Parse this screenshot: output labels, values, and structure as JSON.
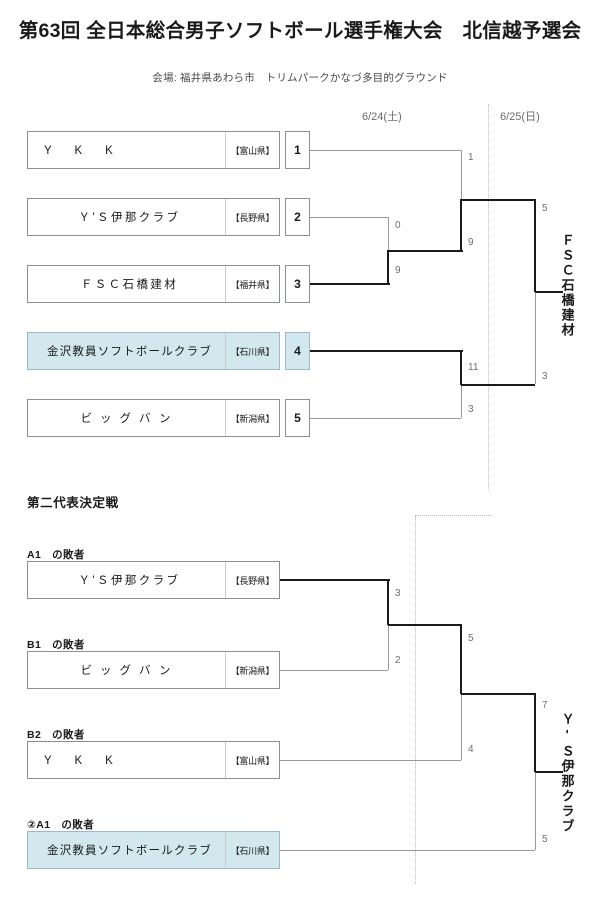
{
  "header": {
    "title": "第63回 全日本総合男子ソフトボール選手権大会　北信越予選会",
    "venue": "会場: 福井県あわら市　トリムパークかなづ多目的グラウンド",
    "day1": "6/24(土)",
    "day2": "6/25(日)"
  },
  "colors": {
    "highlight": "#d3e7ee",
    "winner_line": "#1a1a1a",
    "loser_line": "#9b9b9b"
  },
  "bracket_main": {
    "teams": [
      {
        "name": "Y　　K　　K",
        "prefecture": "【富山県】",
        "seed": "1",
        "highlight": false
      },
      {
        "name": "Ｙ'Ｓ伊那クラブ",
        "prefecture": "【長野県】",
        "seed": "2",
        "highlight": false
      },
      {
        "name": "ＦＳＣ石橋建材",
        "prefecture": "【福井県】",
        "seed": "3",
        "highlight": false
      },
      {
        "name": "金沢教員ソフトボールクラブ",
        "prefecture": "【石川県】",
        "seed": "4",
        "highlight": true
      },
      {
        "name": "ビッグバン",
        "prefecture": "【新潟県】",
        "seed": "5",
        "highlight": false
      }
    ],
    "scores": {
      "r1_top": "1",
      "r1_mid_upper": "0",
      "r1_mid_lower": "9",
      "r2_upper": "9",
      "r2_lower_top": "11",
      "r2_lower_bot": "3",
      "final_upper": "5",
      "final_lower": "3"
    },
    "winner": "ＦＳＣ石橋建材"
  },
  "bracket_second": {
    "section_title": "第二代表決定戦",
    "teams": [
      {
        "label": "A1　の敗者",
        "name": "Ｙ'Ｓ伊那クラブ",
        "prefecture": "【長野県】",
        "highlight": false
      },
      {
        "label": "B1　の敗者",
        "name": "ビッグバン",
        "prefecture": "【新潟県】",
        "highlight": false
      },
      {
        "label": "B2　の敗者",
        "name": "Y　　K　　K",
        "prefecture": "【富山県】",
        "highlight": false
      },
      {
        "label": "②A1　の敗者",
        "name": "金沢教員ソフトボールクラブ",
        "prefecture": "【石川県】",
        "highlight": true
      }
    ],
    "scores": {
      "r1_upper": "3",
      "r1_lower": "2",
      "r2_upper": "5",
      "r2_lower": "4",
      "final_upper": "7",
      "final_lower": "5"
    },
    "winner": "Ｙ'Ｓ伊那クラブ"
  }
}
